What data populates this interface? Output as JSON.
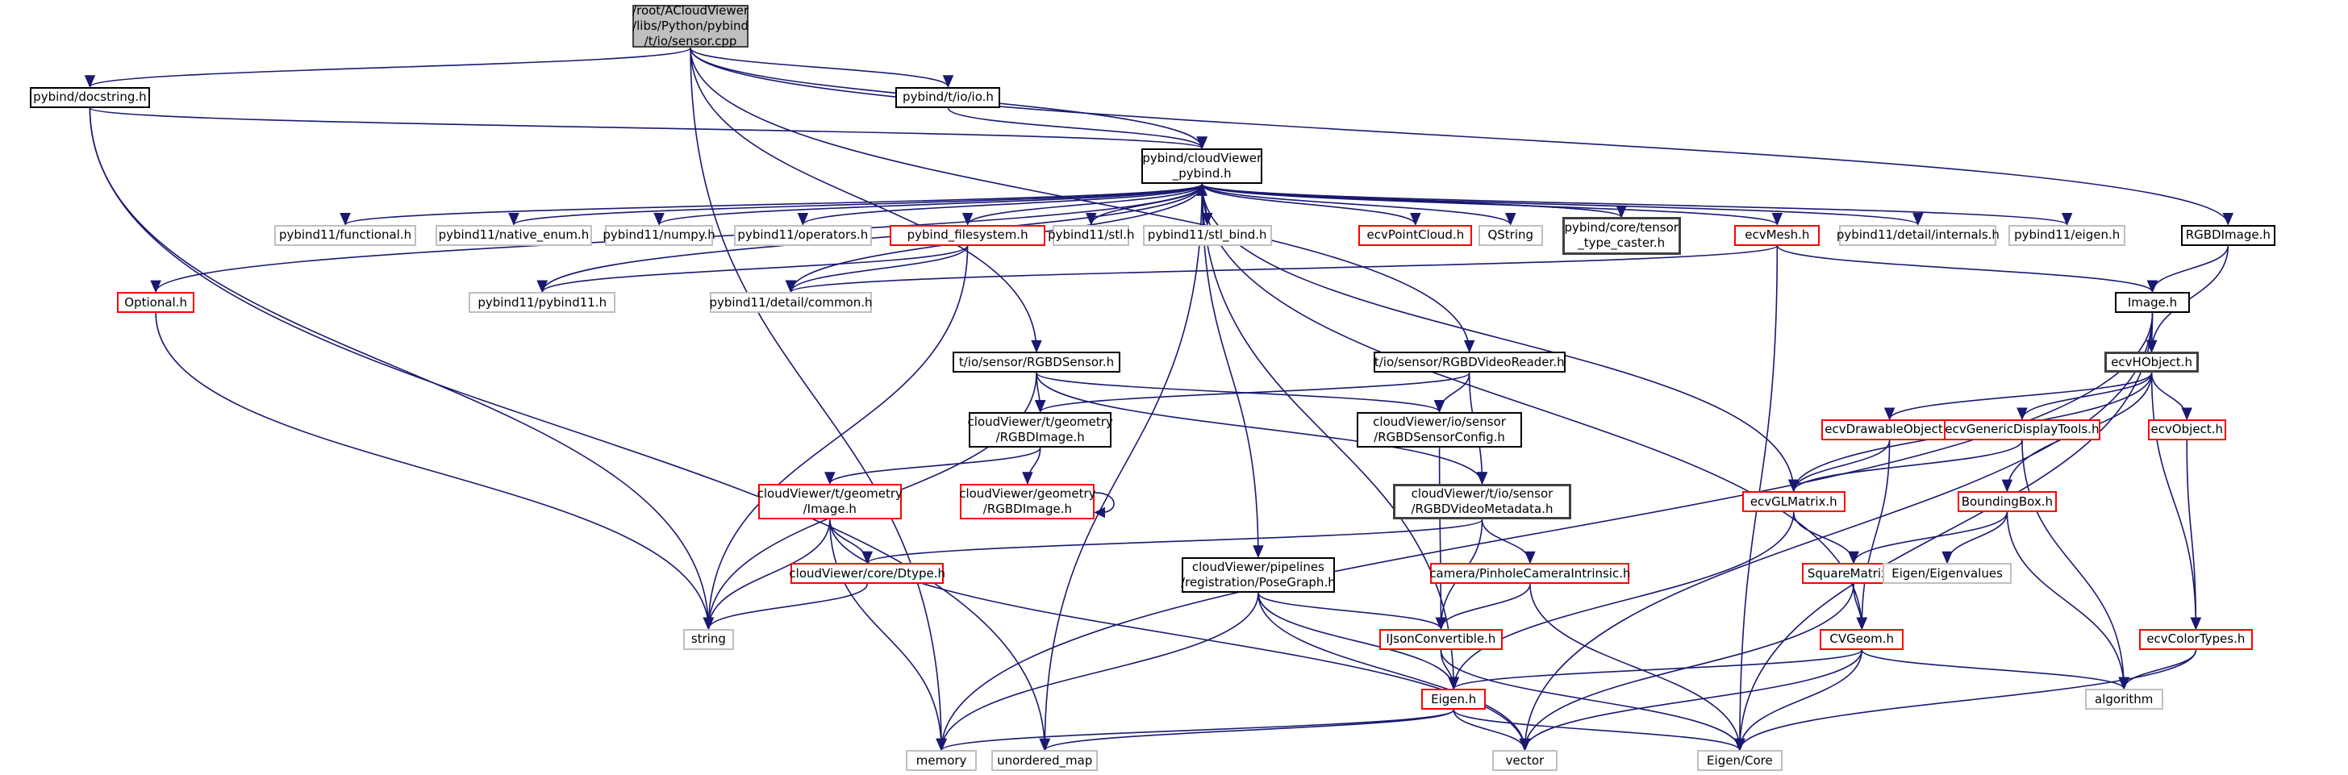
{
  "diagram": {
    "title": "/root/ACloudViewer/libs/Python/pybind/t/io/sensor.cpp include dependency graph",
    "colors": {
      "edge": "#191970",
      "root_fill": "#bfbfbf",
      "documented_border": "#000000",
      "undocumented_border": "#ff0000",
      "external_border": "#bfbfbf"
    },
    "nodes": [
      {
        "id": "root",
        "label": "/root/ACloudViewer\n/libs/Python/pybind\n/t/io/sensor.cpp",
        "kind": "root"
      },
      {
        "id": "docstring",
        "label": "pybind/docstring.h",
        "kind": "black"
      },
      {
        "id": "io_h",
        "label": "pybind/t/io/io.h",
        "kind": "black"
      },
      {
        "id": "cvpybind",
        "label": "pybind/cloudViewer\n_pybind.h",
        "kind": "black"
      },
      {
        "id": "functional",
        "label": "pybind11/functional.h",
        "kind": "gray"
      },
      {
        "id": "native_enum",
        "label": "pybind11/native_enum.h",
        "kind": "gray"
      },
      {
        "id": "numpy",
        "label": "pybind11/numpy.h",
        "kind": "gray"
      },
      {
        "id": "operators",
        "label": "pybind11/operators.h",
        "kind": "gray"
      },
      {
        "id": "pybind_fs",
        "label": "pybind_filesystem.h",
        "kind": "red"
      },
      {
        "id": "stl",
        "label": "pybind11/stl.h",
        "kind": "gray"
      },
      {
        "id": "stl_bind",
        "label": "pybind11/stl_bind.h",
        "kind": "gray"
      },
      {
        "id": "ecvPointCloud",
        "label": "ecvPointCloud.h",
        "kind": "red"
      },
      {
        "id": "QString",
        "label": "QString",
        "kind": "gray"
      },
      {
        "id": "tensor_caster",
        "label": "pybind/core/tensor\n_type_caster.h",
        "kind": "dark"
      },
      {
        "id": "ecvMesh",
        "label": "ecvMesh.h",
        "kind": "red"
      },
      {
        "id": "internals",
        "label": "pybind11/detail/internals.h",
        "kind": "gray"
      },
      {
        "id": "p11eigen",
        "label": "pybind11/eigen.h",
        "kind": "gray"
      },
      {
        "id": "RGBDImage_h",
        "label": "RGBDImage.h",
        "kind": "black"
      },
      {
        "id": "Optional",
        "label": "Optional.h",
        "kind": "red"
      },
      {
        "id": "pybind11_h",
        "label": "pybind11/pybind11.h",
        "kind": "gray"
      },
      {
        "id": "detail_common",
        "label": "pybind11/detail/common.h",
        "kind": "gray"
      },
      {
        "id": "Image_h",
        "label": "Image.h",
        "kind": "black"
      },
      {
        "id": "RGBDSensor",
        "label": "t/io/sensor/RGBDSensor.h",
        "kind": "black"
      },
      {
        "id": "RGBDVideoReader",
        "label": "t/io/sensor/RGBDVideoReader.h",
        "kind": "black"
      },
      {
        "id": "ecvHObject",
        "label": "ecvHObject.h",
        "kind": "dark"
      },
      {
        "id": "t_RGBDImage",
        "label": "cloudViewer/t/geometry\n/RGBDImage.h",
        "kind": "black"
      },
      {
        "id": "RGBDSensorConfig",
        "label": "cloudViewer/io/sensor\n/RGBDSensorConfig.h",
        "kind": "black"
      },
      {
        "id": "ecvDrawableObject",
        "label": "ecvDrawableObject.h",
        "kind": "red"
      },
      {
        "id": "ecvGenericDisplayTools",
        "label": "ecvGenericDisplayTools.h",
        "kind": "red"
      },
      {
        "id": "ecvObject",
        "label": "ecvObject.h",
        "kind": "red"
      },
      {
        "id": "t_Image",
        "label": "cloudViewer/t/geometry\n/Image.h",
        "kind": "red"
      },
      {
        "id": "geo_RGBDImage",
        "label": "cloudViewer/geometry\n/RGBDImage.h",
        "kind": "red"
      },
      {
        "id": "RGBDVideoMetadata",
        "label": "cloudViewer/t/io/sensor\n/RGBDVideoMetadata.h",
        "kind": "dark"
      },
      {
        "id": "ecvGLMatrix",
        "label": "ecvGLMatrix.h",
        "kind": "red"
      },
      {
        "id": "BoundingBox",
        "label": "BoundingBox.h",
        "kind": "red"
      },
      {
        "id": "Dtype",
        "label": "cloudViewer/core/Dtype.h",
        "kind": "red"
      },
      {
        "id": "PoseGraph",
        "label": "cloudViewer/pipelines\n/registration/PoseGraph.h",
        "kind": "black"
      },
      {
        "id": "Pinhole",
        "label": "camera/PinholeCameraIntrinsic.h",
        "kind": "red"
      },
      {
        "id": "SquareMatrix",
        "label": "SquareMatrix.h",
        "kind": "red"
      },
      {
        "id": "Eigenvalues",
        "label": "Eigen/Eigenvalues",
        "kind": "gray"
      },
      {
        "id": "string",
        "label": "string",
        "kind": "gray"
      },
      {
        "id": "IJson",
        "label": "IJsonConvertible.h",
        "kind": "red"
      },
      {
        "id": "CVGeom",
        "label": "CVGeom.h",
        "kind": "red"
      },
      {
        "id": "ecvColorTypes",
        "label": "ecvColorTypes.h",
        "kind": "red"
      },
      {
        "id": "Eigen_h",
        "label": "Eigen.h",
        "kind": "red"
      },
      {
        "id": "algorithm",
        "label": "algorithm",
        "kind": "gray"
      },
      {
        "id": "memory",
        "label": "memory",
        "kind": "gray"
      },
      {
        "id": "unordered_map",
        "label": "unordered_map",
        "kind": "gray"
      },
      {
        "id": "vector",
        "label": "vector",
        "kind": "gray"
      },
      {
        "id": "EigenCore",
        "label": "Eigen/Core",
        "kind": "gray"
      }
    ],
    "edges": [
      [
        "root",
        "docstring"
      ],
      [
        "root",
        "io_h"
      ],
      [
        "root",
        "cvpybind"
      ],
      [
        "root",
        "RGBDImage_h"
      ],
      [
        "root",
        "RGBDSensor"
      ],
      [
        "root",
        "RGBDVideoReader"
      ],
      [
        "root",
        "memory"
      ],
      [
        "docstring",
        "cvpybind"
      ],
      [
        "docstring",
        "string"
      ],
      [
        "docstring",
        "unordered_map"
      ],
      [
        "io_h",
        "cvpybind"
      ],
      [
        "cvpybind",
        "functional"
      ],
      [
        "cvpybind",
        "native_enum"
      ],
      [
        "cvpybind",
        "numpy"
      ],
      [
        "cvpybind",
        "operators"
      ],
      [
        "cvpybind",
        "pybind_fs"
      ],
      [
        "cvpybind",
        "stl"
      ],
      [
        "cvpybind",
        "stl_bind"
      ],
      [
        "cvpybind",
        "ecvPointCloud"
      ],
      [
        "cvpybind",
        "QString"
      ],
      [
        "cvpybind",
        "tensor_caster"
      ],
      [
        "cvpybind",
        "ecvMesh"
      ],
      [
        "cvpybind",
        "internals"
      ],
      [
        "cvpybind",
        "p11eigen"
      ],
      [
        "cvpybind",
        "Optional"
      ],
      [
        "cvpybind",
        "pybind11_h"
      ],
      [
        "cvpybind",
        "detail_common"
      ],
      [
        "cvpybind",
        "PoseGraph"
      ],
      [
        "cvpybind",
        "ecvGLMatrix"
      ],
      [
        "cvpybind",
        "CVGeom"
      ],
      [
        "cvpybind",
        "Eigen_h"
      ],
      [
        "cvpybind",
        "unordered_map"
      ],
      [
        "tensor_caster",
        "cvpybind"
      ],
      [
        "pybind_fs",
        "pybind11_h"
      ],
      [
        "pybind_fs",
        "detail_common"
      ],
      [
        "pybind_fs",
        "string"
      ],
      [
        "ecvMesh",
        "Image_h"
      ],
      [
        "ecvMesh",
        "EigenCore"
      ],
      [
        "ecvMesh",
        "detail_common"
      ],
      [
        "RGBDImage_h",
        "Image_h"
      ],
      [
        "RGBDImage_h",
        "ecvHObject"
      ],
      [
        "Optional",
        "string"
      ],
      [
        "Image_h",
        "ecvHObject"
      ],
      [
        "Image_h",
        "memory"
      ],
      [
        "Image_h",
        "vector"
      ],
      [
        "Image_h",
        "EigenCore"
      ],
      [
        "RGBDSensor",
        "t_RGBDImage"
      ],
      [
        "RGBDSensor",
        "RGBDSensorConfig"
      ],
      [
        "RGBDSensor",
        "RGBDVideoMetadata"
      ],
      [
        "RGBDSensor",
        "string"
      ],
      [
        "RGBDVideoReader",
        "t_RGBDImage"
      ],
      [
        "RGBDVideoReader",
        "RGBDSensorConfig"
      ],
      [
        "RGBDVideoReader",
        "RGBDVideoMetadata"
      ],
      [
        "ecvHObject",
        "ecvDrawableObject"
      ],
      [
        "ecvHObject",
        "ecvGenericDisplayTools"
      ],
      [
        "ecvHObject",
        "ecvObject"
      ],
      [
        "ecvHObject",
        "BoundingBox"
      ],
      [
        "ecvHObject",
        "ecvGLMatrix"
      ],
      [
        "ecvHObject",
        "ecvColorTypes"
      ],
      [
        "t_RGBDImage",
        "t_Image"
      ],
      [
        "t_RGBDImage",
        "geo_RGBDImage"
      ],
      [
        "geo_RGBDImage",
        "geo_RGBDImage"
      ],
      [
        "RGBDSensorConfig",
        "IJson"
      ],
      [
        "ecvDrawableObject",
        "ecvGLMatrix"
      ],
      [
        "ecvDrawableObject",
        "CVGeom"
      ],
      [
        "ecvGenericDisplayTools",
        "ecvGLMatrix"
      ],
      [
        "ecvGenericDisplayTools",
        "algorithm"
      ],
      [
        "ecvObject",
        "ecvColorTypes"
      ],
      [
        "t_Image",
        "Dtype"
      ],
      [
        "t_Image",
        "string"
      ],
      [
        "t_Image",
        "memory"
      ],
      [
        "t_Image",
        "vector"
      ],
      [
        "RGBDVideoMetadata",
        "Dtype"
      ],
      [
        "RGBDVideoMetadata",
        "Pinhole"
      ],
      [
        "RGBDVideoMetadata",
        "IJson"
      ],
      [
        "ecvGLMatrix",
        "SquareMatrix"
      ],
      [
        "ecvGLMatrix",
        "Eigen_h"
      ],
      [
        "BoundingBox",
        "SquareMatrix"
      ],
      [
        "BoundingBox",
        "Eigenvalues"
      ],
      [
        "BoundingBox",
        "algorithm"
      ],
      [
        "Dtype",
        "string"
      ],
      [
        "PoseGraph",
        "IJson"
      ],
      [
        "PoseGraph",
        "Eigen_h"
      ],
      [
        "PoseGraph",
        "memory"
      ],
      [
        "PoseGraph",
        "vector"
      ],
      [
        "Pinhole",
        "IJson"
      ],
      [
        "Pinhole",
        "EigenCore"
      ],
      [
        "SquareMatrix",
        "CVGeom"
      ],
      [
        "SquareMatrix",
        "vector"
      ],
      [
        "IJson",
        "Eigen_h"
      ],
      [
        "IJson",
        "EigenCore"
      ],
      [
        "CVGeom",
        "Eigen_h"
      ],
      [
        "CVGeom",
        "algorithm"
      ],
      [
        "CVGeom",
        "vector"
      ],
      [
        "CVGeom",
        "EigenCore"
      ],
      [
        "ecvColorTypes",
        "algorithm"
      ],
      [
        "ecvColorTypes",
        "EigenCore"
      ],
      [
        "Eigen_h",
        "memory"
      ],
      [
        "Eigen_h",
        "unordered_map"
      ],
      [
        "Eigen_h",
        "vector"
      ],
      [
        "Eigen_h",
        "EigenCore"
      ]
    ]
  }
}
